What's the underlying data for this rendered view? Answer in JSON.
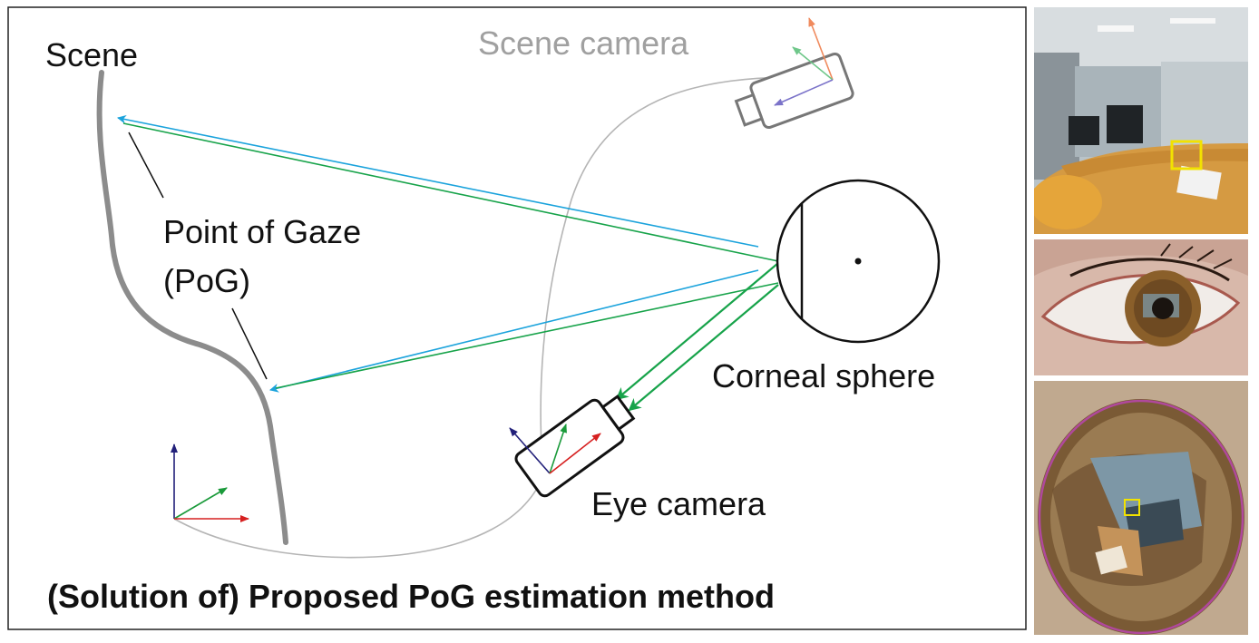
{
  "diagram": {
    "labels": {
      "scene": "Scene",
      "scene_camera": "Scene camera",
      "point_of_gaze_line1": "Point of Gaze",
      "point_of_gaze_line2": "(PoG)",
      "corneal_sphere": "Corneal sphere",
      "eye_camera": "Eye camera"
    },
    "caption": "(Solution of) Proposed PoG estimation method",
    "colors": {
      "ray_blue": "#1ba3dc",
      "ray_green": "#17a34a",
      "scene_curve": "#8c8c8c",
      "axis_x": "#d62020",
      "axis_y": "#1a9a3a",
      "axis_z": "#22207a",
      "scene_camera_label": "#a0a0a0"
    }
  },
  "photos": [
    {
      "name": "scene-camera-image",
      "description_icon": "office-room-photo",
      "highlight_color": "#f2e200"
    },
    {
      "name": "eye-image",
      "description_icon": "eye-closeup-photo"
    },
    {
      "name": "cornea-reflection-image",
      "description_icon": "cornea-reflection-photo",
      "highlight_color": "#f2e200",
      "limbus_color": "#b0489c"
    }
  ]
}
